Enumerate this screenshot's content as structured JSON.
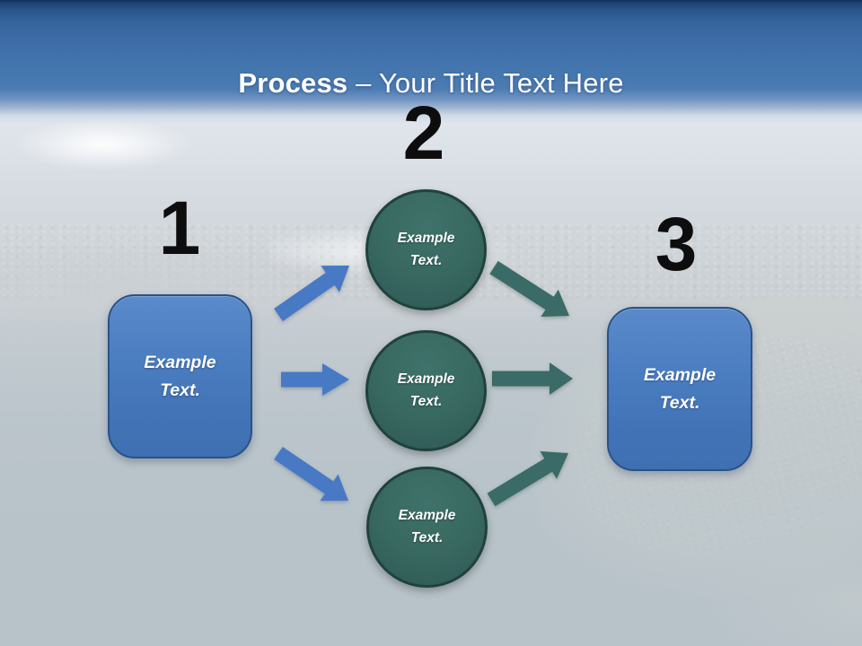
{
  "colors": {
    "accent_blue": "#4b7dc1",
    "accent_blue_border": "#2b5288",
    "accent_teal": "#396a62",
    "accent_teal_border": "#1f423d",
    "arrow_blue": "#4879c4",
    "arrow_teal": "#3a6b66",
    "band_blue": "#4273ac",
    "number_color": "#0d0d0d",
    "title_text": "#ffffff"
  },
  "title": {
    "emphasis": "Process",
    "rest": " – Your Title Text Here"
  },
  "steps": [
    {
      "number": "1",
      "label": "Example Text."
    },
    {
      "number": "2",
      "circles": [
        "Example Text.",
        "Example Text.",
        "Example Text."
      ]
    },
    {
      "number": "3",
      "label": "Example Text."
    }
  ]
}
